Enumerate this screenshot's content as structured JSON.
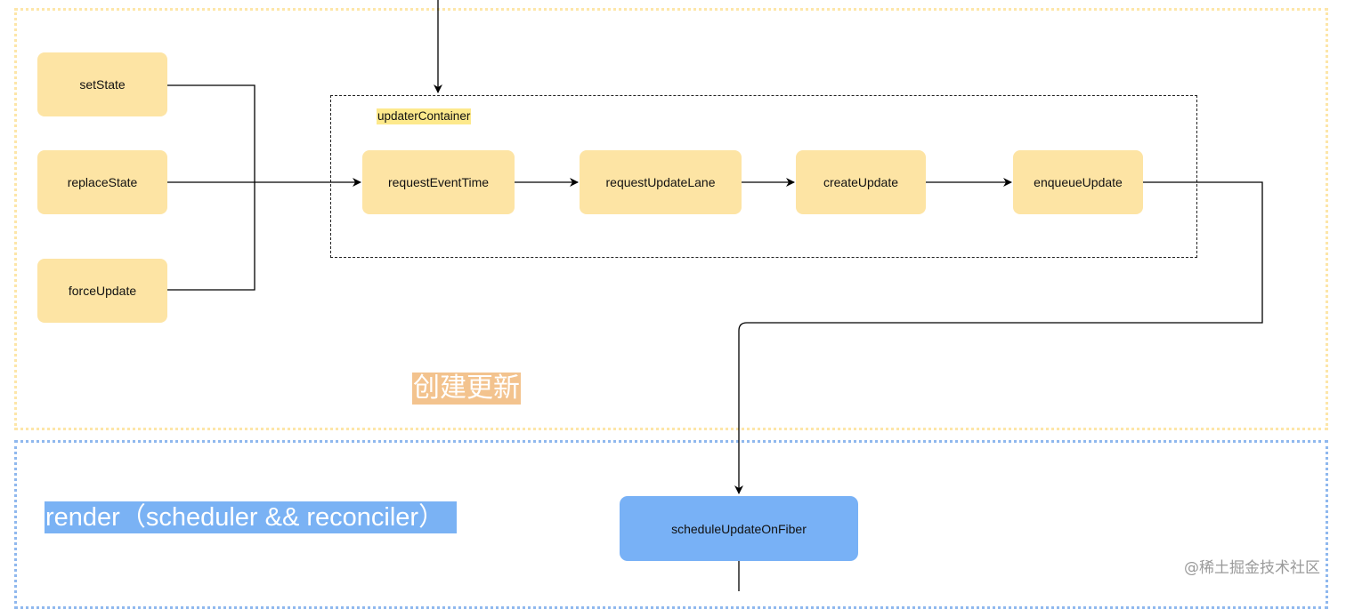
{
  "regions": {
    "create_update_label": "创建更新",
    "render_label": "render（scheduler && reconciler）"
  },
  "group": {
    "label": "updaterContainer"
  },
  "nodes": {
    "set_state": "setState",
    "replace_state": "replaceState",
    "force_update": "forceUpdate",
    "request_event_time": "requestEventTime",
    "request_update_lane": "requestUpdateLane",
    "create_update": "createUpdate",
    "enqueue_update": "enqueueUpdate",
    "schedule_update_on_fiber": "scheduleUpdateOnFiber"
  },
  "watermark": "@稀土掘金技术社区",
  "colors": {
    "yellow_node": "#fde4a4",
    "blue_node": "#78b1f6",
    "create_region_border": "#fde6a8",
    "render_region_border": "#8fb8ee",
    "create_label_bg": "#f3c38e",
    "render_label_bg": "#7ab2f4",
    "container_label_bg": "#fde98c"
  }
}
